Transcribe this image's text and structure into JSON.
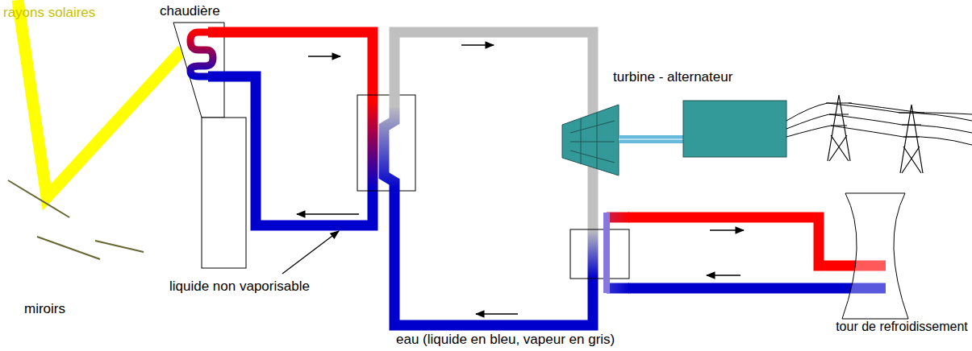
{
  "diagram": {
    "labels": [
      "rayons solaires",
      "chaudière",
      "turbine - alternateur",
      "liquide non vaporisable",
      "miroirs",
      "eau (liquide en bleu, vapeur en gris)",
      "tour de refroidissement"
    ]
  }
}
